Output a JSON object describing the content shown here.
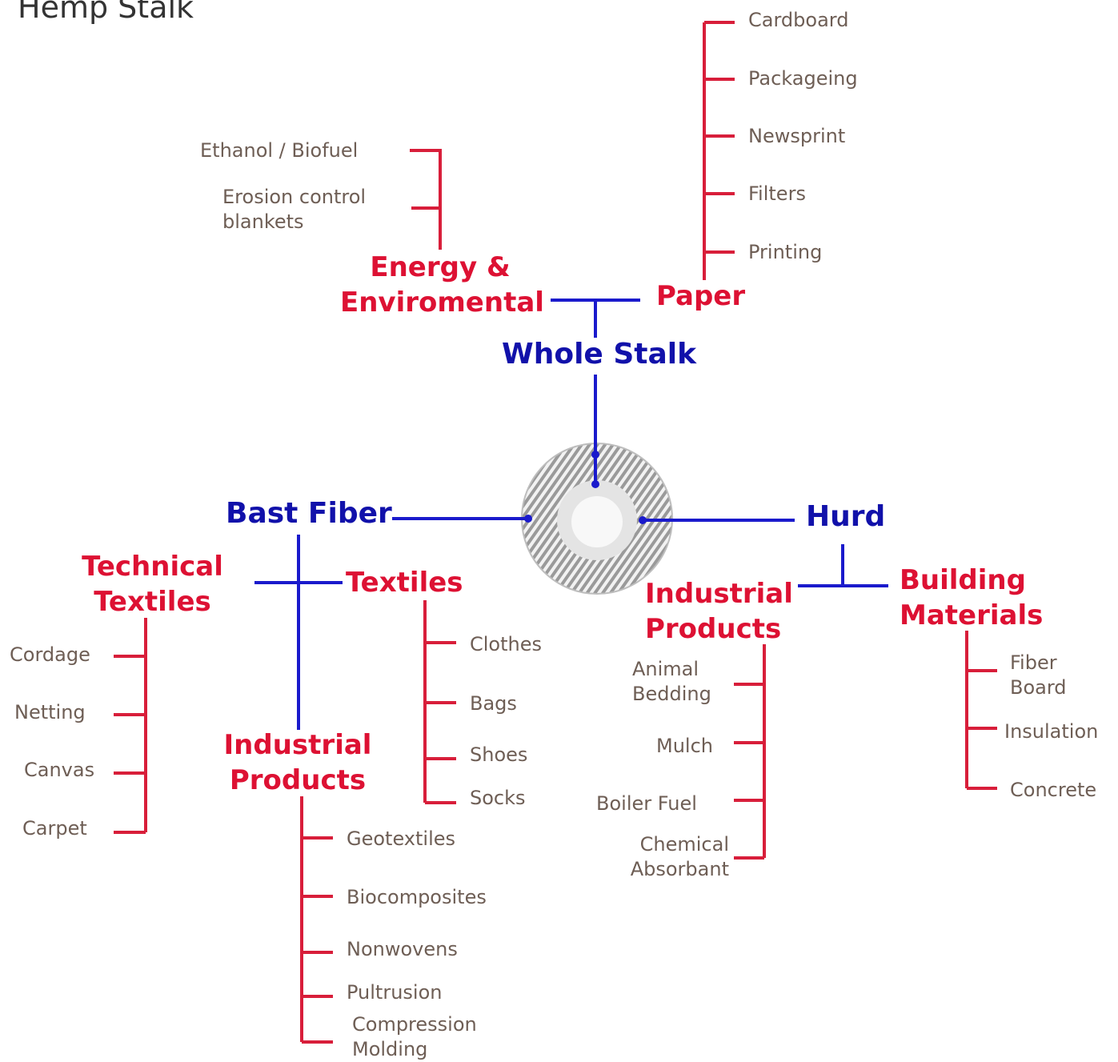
{
  "title": "Hemp Stalk",
  "colors": {
    "hub": "#1111aa",
    "category": "#dd1133",
    "leaf": "#6e5e55",
    "blue_line": "#1a1acc",
    "red_line": "#d81e3a"
  },
  "hubs": {
    "whole_stalk": "Whole Stalk",
    "bast_fiber": "Bast Fiber",
    "hurd": "Hurd"
  },
  "categories": {
    "energy": "Energy & Enviromental",
    "paper": "Paper",
    "technical_textiles": "Technical Textiles",
    "textiles": "Textiles",
    "bast_industrial": "Industrial Products",
    "hurd_industrial": "Industrial Products",
    "building": "Building Materials"
  },
  "leaves": {
    "paper": [
      "Cardboard",
      "Packageing",
      "Newsprint",
      "Filters",
      "Printing"
    ],
    "energy": [
      "Ethanol / Biofuel",
      "Erosion control blankets"
    ],
    "technical_textiles": [
      "Cordage",
      "Netting",
      "Canvas",
      "Carpet"
    ],
    "textiles": [
      "Clothes",
      "Bags",
      "Shoes",
      "Socks"
    ],
    "bast_industrial": [
      "Geotextiles",
      "Biocomposites",
      "Nonwovens",
      "Pultrusion",
      "Compression Molding"
    ],
    "hurd_industrial": [
      "Animal Bedding",
      "Mulch",
      "Boiler Fuel",
      "Chemical Absorbant"
    ],
    "building": [
      "Fiber Board",
      "Insulation",
      "Concrete"
    ]
  }
}
